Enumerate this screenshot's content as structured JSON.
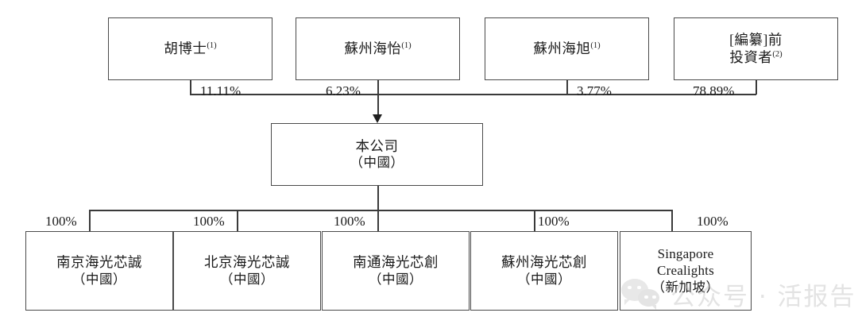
{
  "diagram": {
    "title": "Corporate shareholding structure chart",
    "line_color": "#3a3a3a",
    "box_border_color": "#4a4a4a",
    "text_color": "#1a1a1a",
    "background": "#ffffff"
  },
  "shareholders": [
    {
      "id": "hu-boshi",
      "line1": "胡博士",
      "footnote1": "(1)",
      "line2": "",
      "footnote2": "",
      "percent": "11.11%"
    },
    {
      "id": "suzhou-haiyi",
      "line1": "蘇州海怡",
      "footnote1": "(1)",
      "line2": "",
      "footnote2": "",
      "percent": "6.23%"
    },
    {
      "id": "suzhou-haixu",
      "line1": "蘇州海旭",
      "footnote1": "(1)",
      "line2": "",
      "footnote2": "",
      "percent": "3.77%"
    },
    {
      "id": "pre-ipo-investors",
      "line1_bold": "[編纂]",
      "line1_rest": "前",
      "line2": "投資者",
      "footnote2": "(2)",
      "percent": "78.89%"
    }
  ],
  "company": {
    "id": "the-company",
    "line1": "本公司",
    "line2": "（中國）"
  },
  "subsidiaries": [
    {
      "id": "nanjing-haiguang-xincheng",
      "line1": "南京海光芯誠",
      "line2": "（中國）",
      "percent": "100%",
      "latin": false
    },
    {
      "id": "beijing-haiguang-xincheng",
      "line1": "北京海光芯誠",
      "line2": "（中國）",
      "percent": "100%",
      "latin": false
    },
    {
      "id": "nantong-haiguang-xinchuang",
      "line1": "南通海光芯創",
      "line2": "（中國）",
      "percent": "100%",
      "latin": false
    },
    {
      "id": "suzhou-haiguang-xinchuang",
      "line1": "蘇州海光芯創",
      "line2": "（中國）",
      "percent": "100%",
      "latin": false
    },
    {
      "id": "singapore-crealights",
      "line1": "Singapore",
      "line2": "Crealights",
      "line3": "（新加坡）",
      "percent": "100%",
      "latin": true
    }
  ],
  "watermark": {
    "icon": "wechat-logo",
    "text": "公众号 · 活报告"
  }
}
